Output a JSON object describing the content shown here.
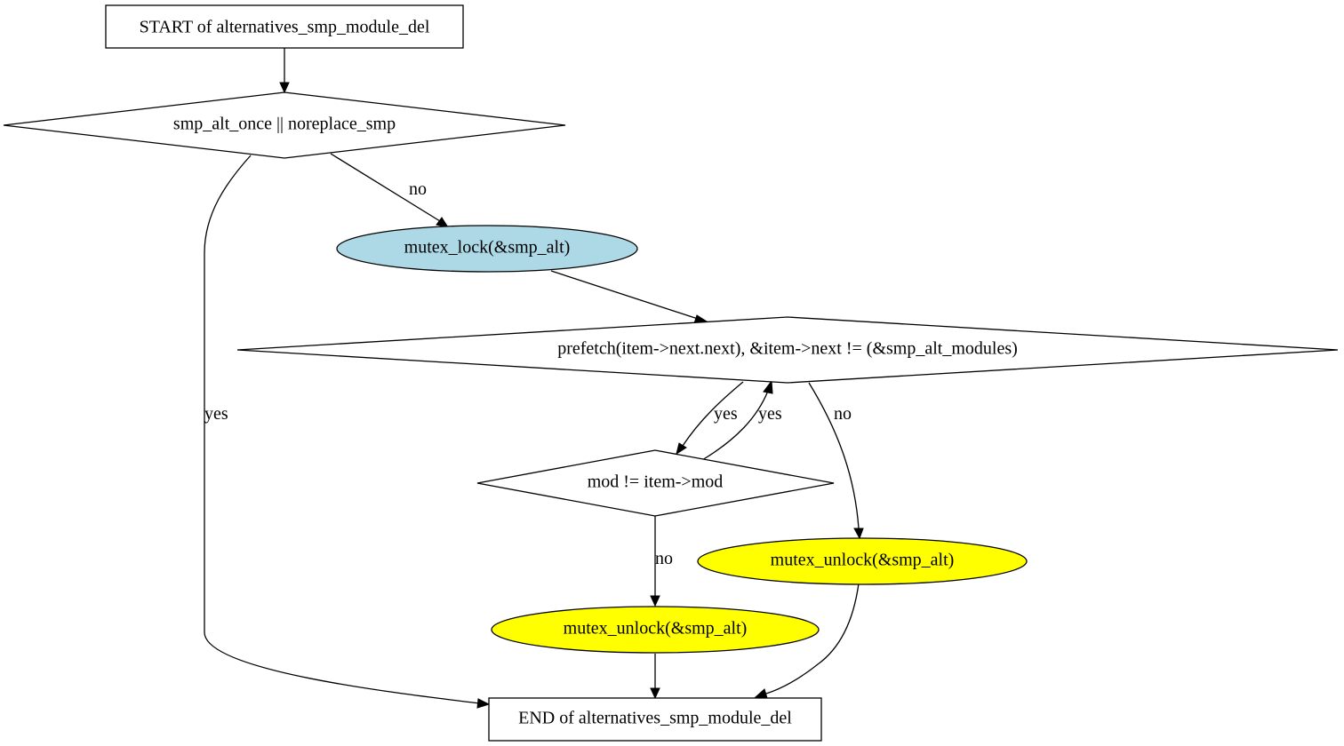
{
  "nodes": {
    "start": {
      "label": "START of alternatives_smp_module_del"
    },
    "cond1": {
      "label": "smp_alt_once || noreplace_smp"
    },
    "lock": {
      "label": "mutex_lock(&smp_alt)",
      "fill": "#add8e6"
    },
    "loop": {
      "label": "prefetch(item->next.next), &item->next != (&smp_alt_modules)"
    },
    "cond2": {
      "label": "mod != item->mod"
    },
    "unlock_right": {
      "label": "mutex_unlock(&smp_alt)",
      "fill": "#ffff00"
    },
    "unlock_left": {
      "label": "mutex_unlock(&smp_alt)",
      "fill": "#ffff00"
    },
    "end": {
      "label": "END of alternatives_smp_module_del"
    }
  },
  "edges": {
    "cond1_lock": {
      "label": "no"
    },
    "cond1_end": {
      "label": "yes"
    },
    "loop_cond2": {
      "label": "yes"
    },
    "cond2_loop": {
      "label": "yes"
    },
    "loop_unlock": {
      "label": "no"
    },
    "cond2_unlock": {
      "label": "no"
    }
  }
}
